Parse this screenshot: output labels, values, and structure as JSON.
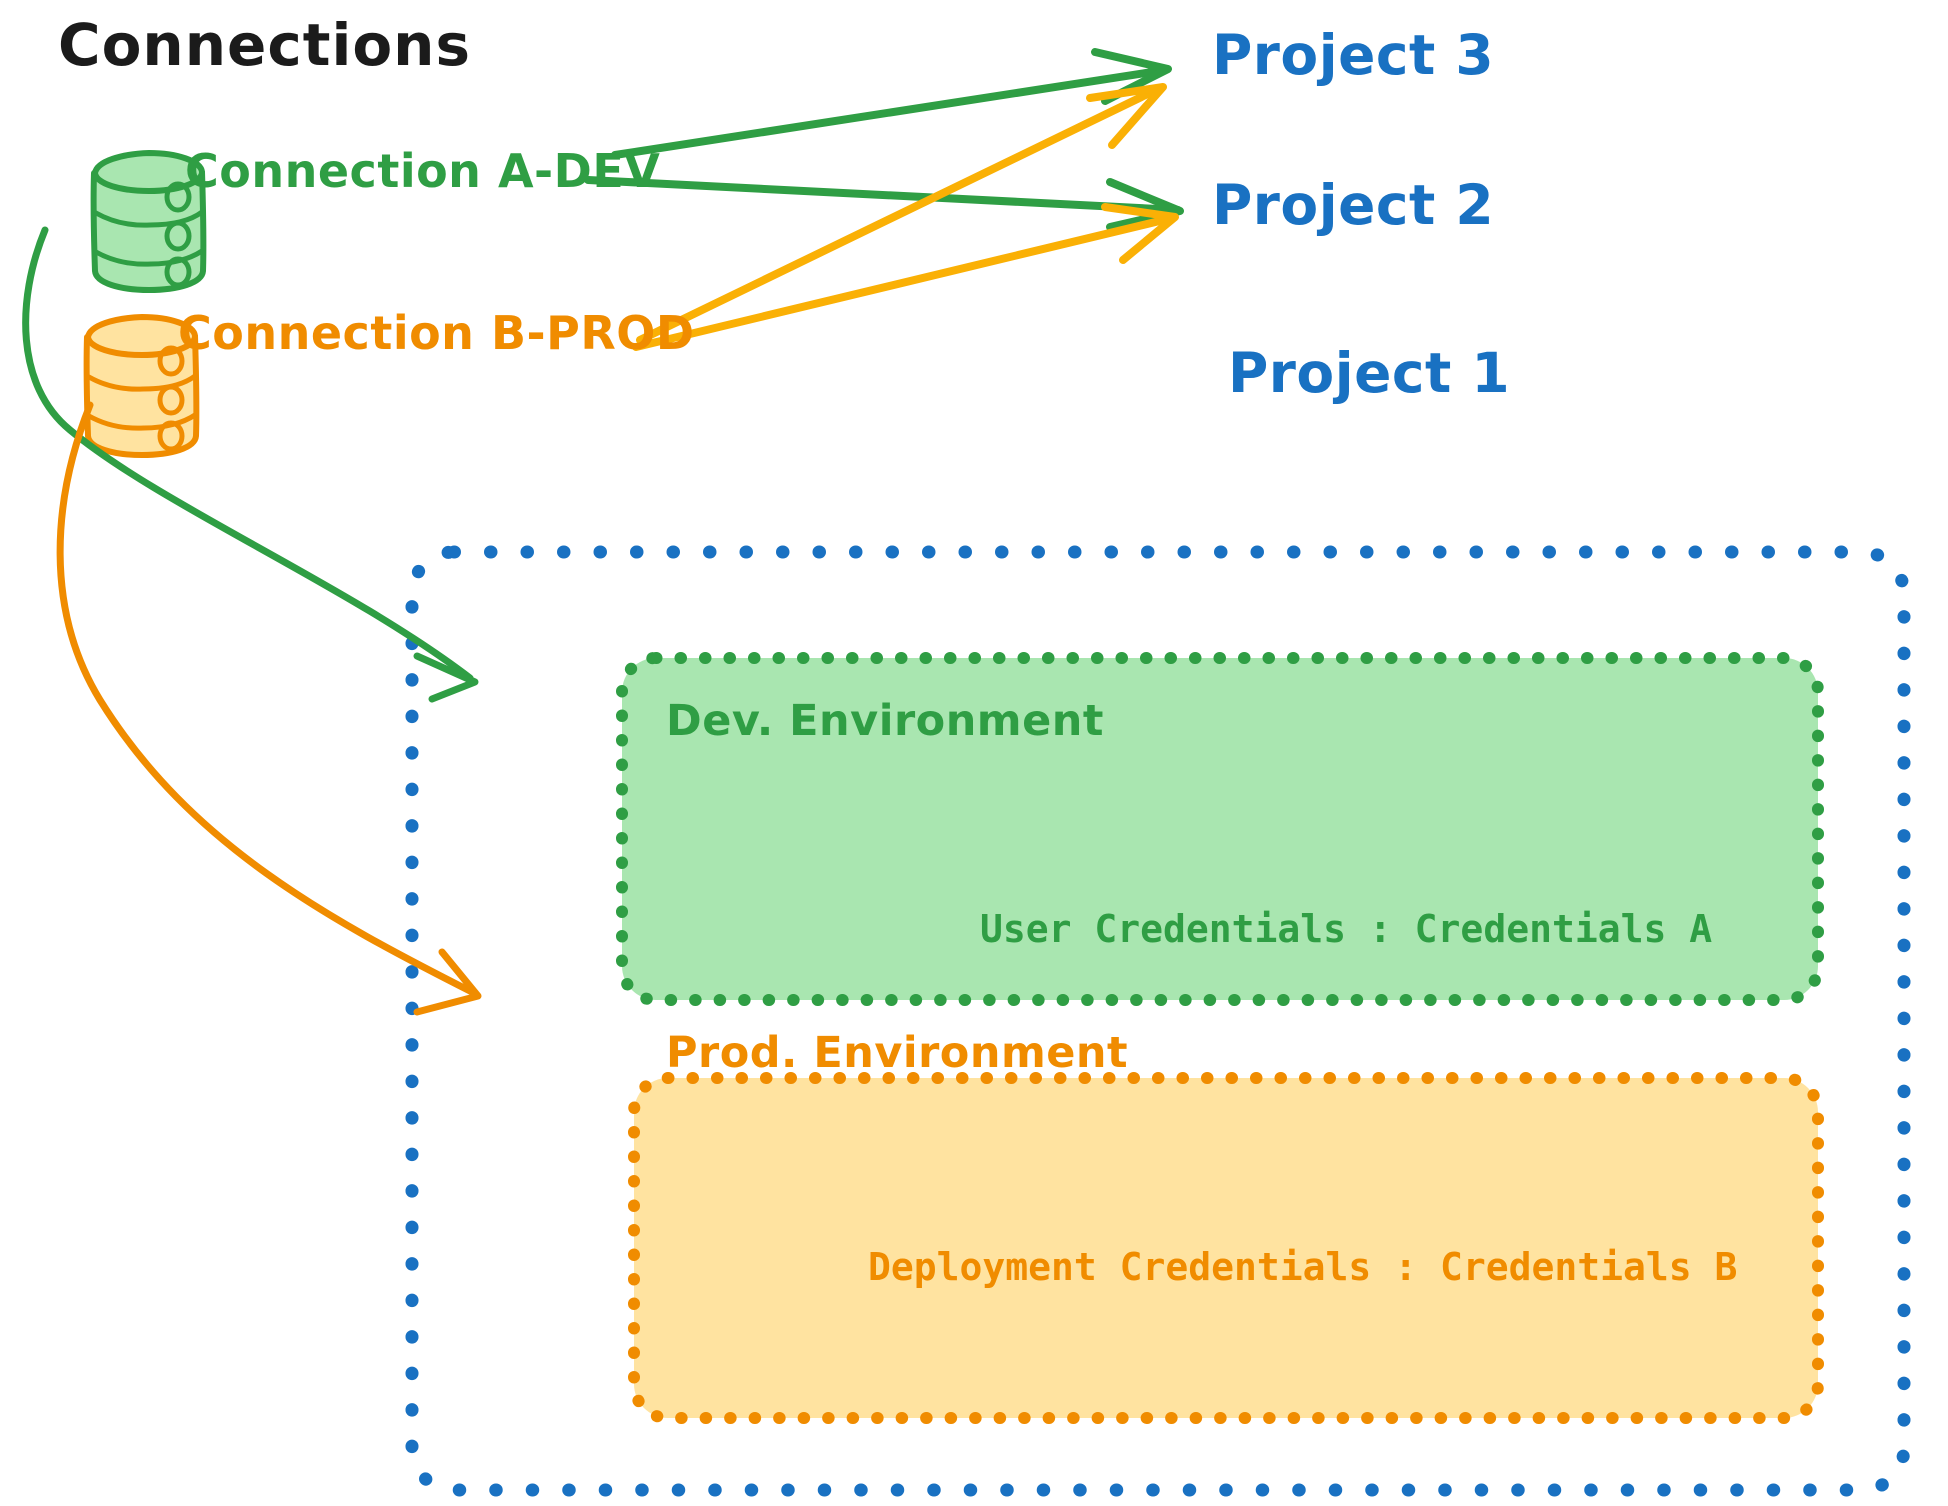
{
  "diagram": {
    "title": "Connections",
    "background_color": "#ffffff",
    "colors": {
      "green_stroke": "#2f9e44",
      "green_fill": "#a9e6b0",
      "orange_stroke": "#f08c00",
      "orange_fill": "#ffe3a0",
      "blue_stroke": "#1971c2",
      "title_color": "#1b1b1b",
      "arrow_green": "#2f9e44",
      "arrow_orange": "#fab005"
    }
  },
  "connections": {
    "heading": "Connections",
    "items": [
      {
        "id": "connection-a-dev",
        "label": "Connection A-DEV",
        "color": "#2f9e44",
        "icon": "database-cylinder-icon"
      },
      {
        "id": "connection-b-prod",
        "label": "Connection B-PROD",
        "color": "#f08c00",
        "icon": "database-cylinder-icon"
      }
    ]
  },
  "projects": [
    {
      "id": "project-3",
      "label": "Project 3",
      "color": "#1971c2"
    },
    {
      "id": "project-2",
      "label": "Project 2",
      "color": "#1971c2"
    },
    {
      "id": "project-1",
      "label": "Project 1",
      "color": "#1971c2"
    }
  ],
  "project_1_container": {
    "label": "Project 1",
    "border_style": "dotted",
    "border_color": "#1971c2",
    "environments": [
      {
        "id": "dev-environment",
        "title": "Dev. Environment",
        "credential_label": "User Credentials",
        "credential_separator": ":",
        "credential_value": "Credentials A",
        "credential_line": "User Credentials : Credentials A",
        "fill": "#a9e6b0",
        "border_color": "#2f9e44"
      },
      {
        "id": "prod-environment",
        "title": "Prod. Environment",
        "credential_label": "Deployment Credentials",
        "credential_separator": ":",
        "credential_value": "Credentials B",
        "credential_line": "Deployment Credentials : Credentials B",
        "fill": "#ffe3a0",
        "border_color": "#f08c00"
      }
    ]
  },
  "edges": [
    {
      "id": "edge-a-dev-to-project-3",
      "from": "connection-a-dev",
      "to": "project-3",
      "color": "#2f9e44"
    },
    {
      "id": "edge-a-dev-to-project-2",
      "from": "connection-a-dev",
      "to": "project-2",
      "color": "#2f9e44"
    },
    {
      "id": "edge-a-dev-to-dev-environment",
      "from": "connection-a-dev",
      "to": "dev-environment",
      "color": "#2f9e44"
    },
    {
      "id": "edge-b-prod-to-project-3",
      "from": "connection-b-prod",
      "to": "project-3",
      "color": "#fab005"
    },
    {
      "id": "edge-b-prod-to-project-2",
      "from": "connection-b-prod",
      "to": "project-2",
      "color": "#fab005"
    },
    {
      "id": "edge-b-prod-to-prod-environment",
      "from": "connection-b-prod",
      "to": "prod-environment",
      "color": "#f08c00"
    }
  ]
}
